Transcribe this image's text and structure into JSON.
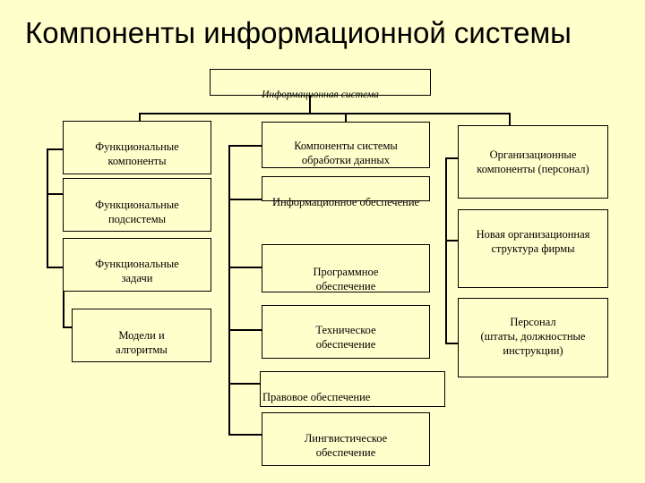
{
  "title": "Компоненты информационной системы",
  "root": "Информационная система",
  "functional": {
    "components": "Функциональные\nкомпоненты",
    "subsystems": "Функциональные\nподсистемы",
    "tasks": "Функциональные\nзадачи",
    "models": "Модели и\nалгоритмы"
  },
  "processing": {
    "components": "Компоненты системы\nобработки данных",
    "info": "Информационное обеспечение",
    "software": "Программное\nобеспечение",
    "hardware": "Техническое\nобеспечение",
    "legal": "Правовое обеспечение",
    "linguistic": "Лингвистическое\nобеспечение"
  },
  "organizational": {
    "components": "Организационные\nкомпоненты (персонал)",
    "structure": "Новая организационная\nструктура фирмы",
    "personnel": "Персонал\n(штаты, должностные\nинструкции)"
  }
}
